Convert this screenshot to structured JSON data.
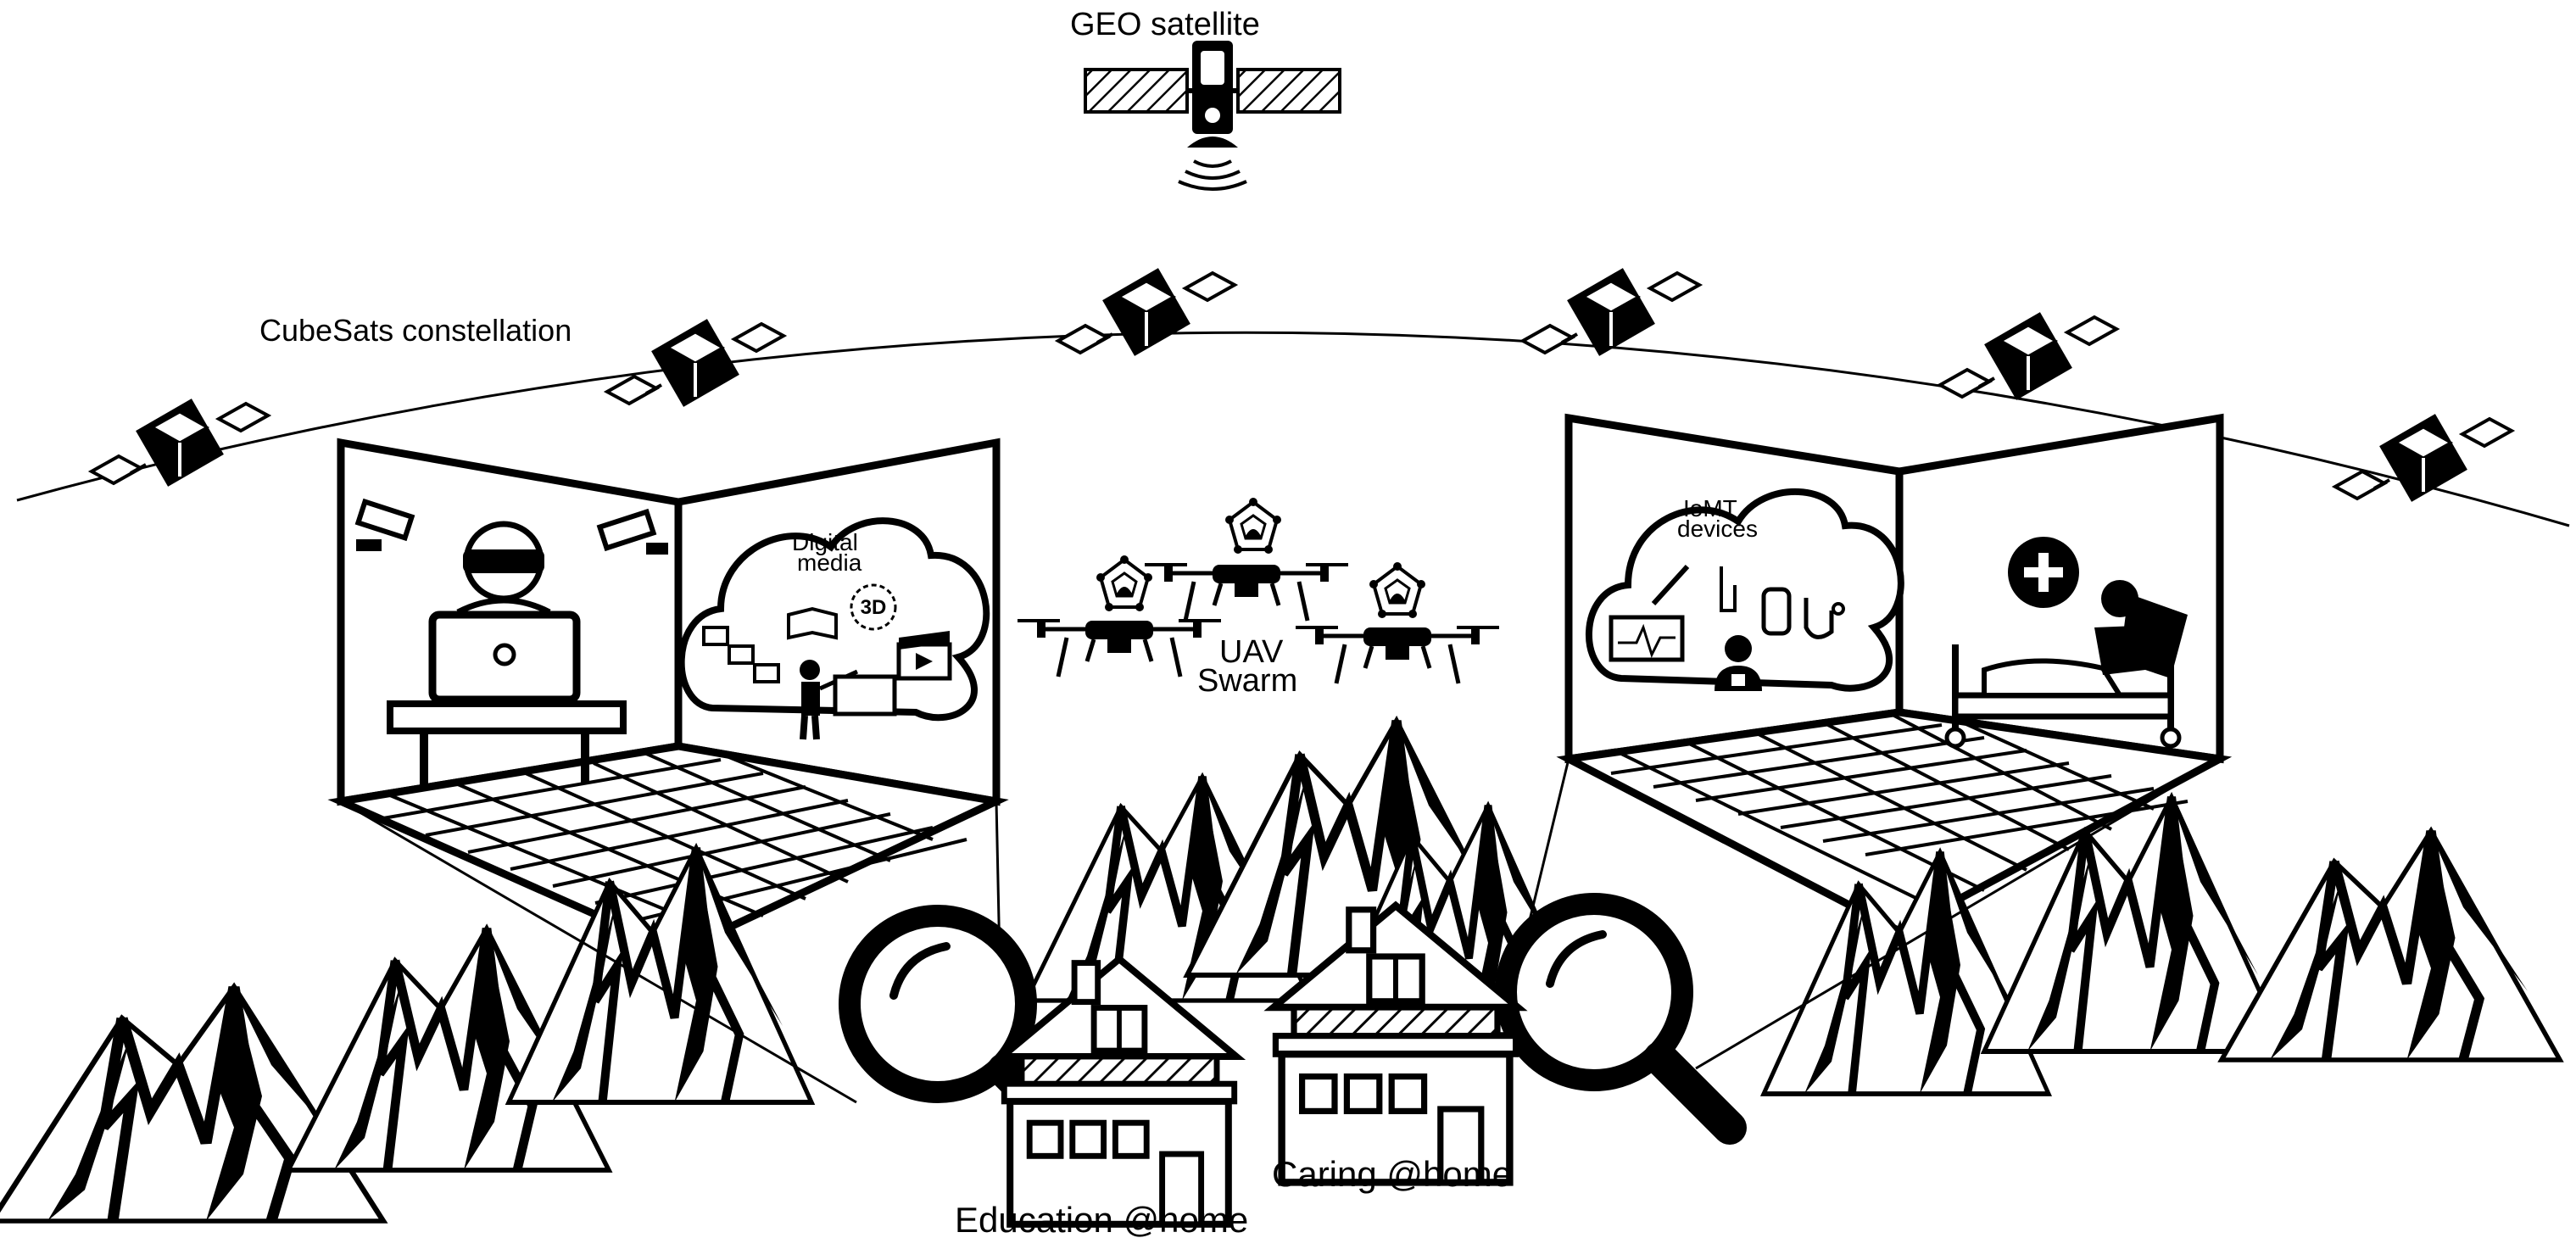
{
  "labels": {
    "geo_satellite": "GEO satellite",
    "cubesats": "CubeSats constellation",
    "digital": "Digital",
    "media": "media",
    "three_d": "3D",
    "uav": "UAV",
    "swarm": "Swarm",
    "iomt": "IoMT",
    "devices": "devices",
    "education": "Education @home",
    "caring": "Caring @home"
  },
  "colors": {
    "ink": "#000000",
    "paper": "#ffffff"
  }
}
